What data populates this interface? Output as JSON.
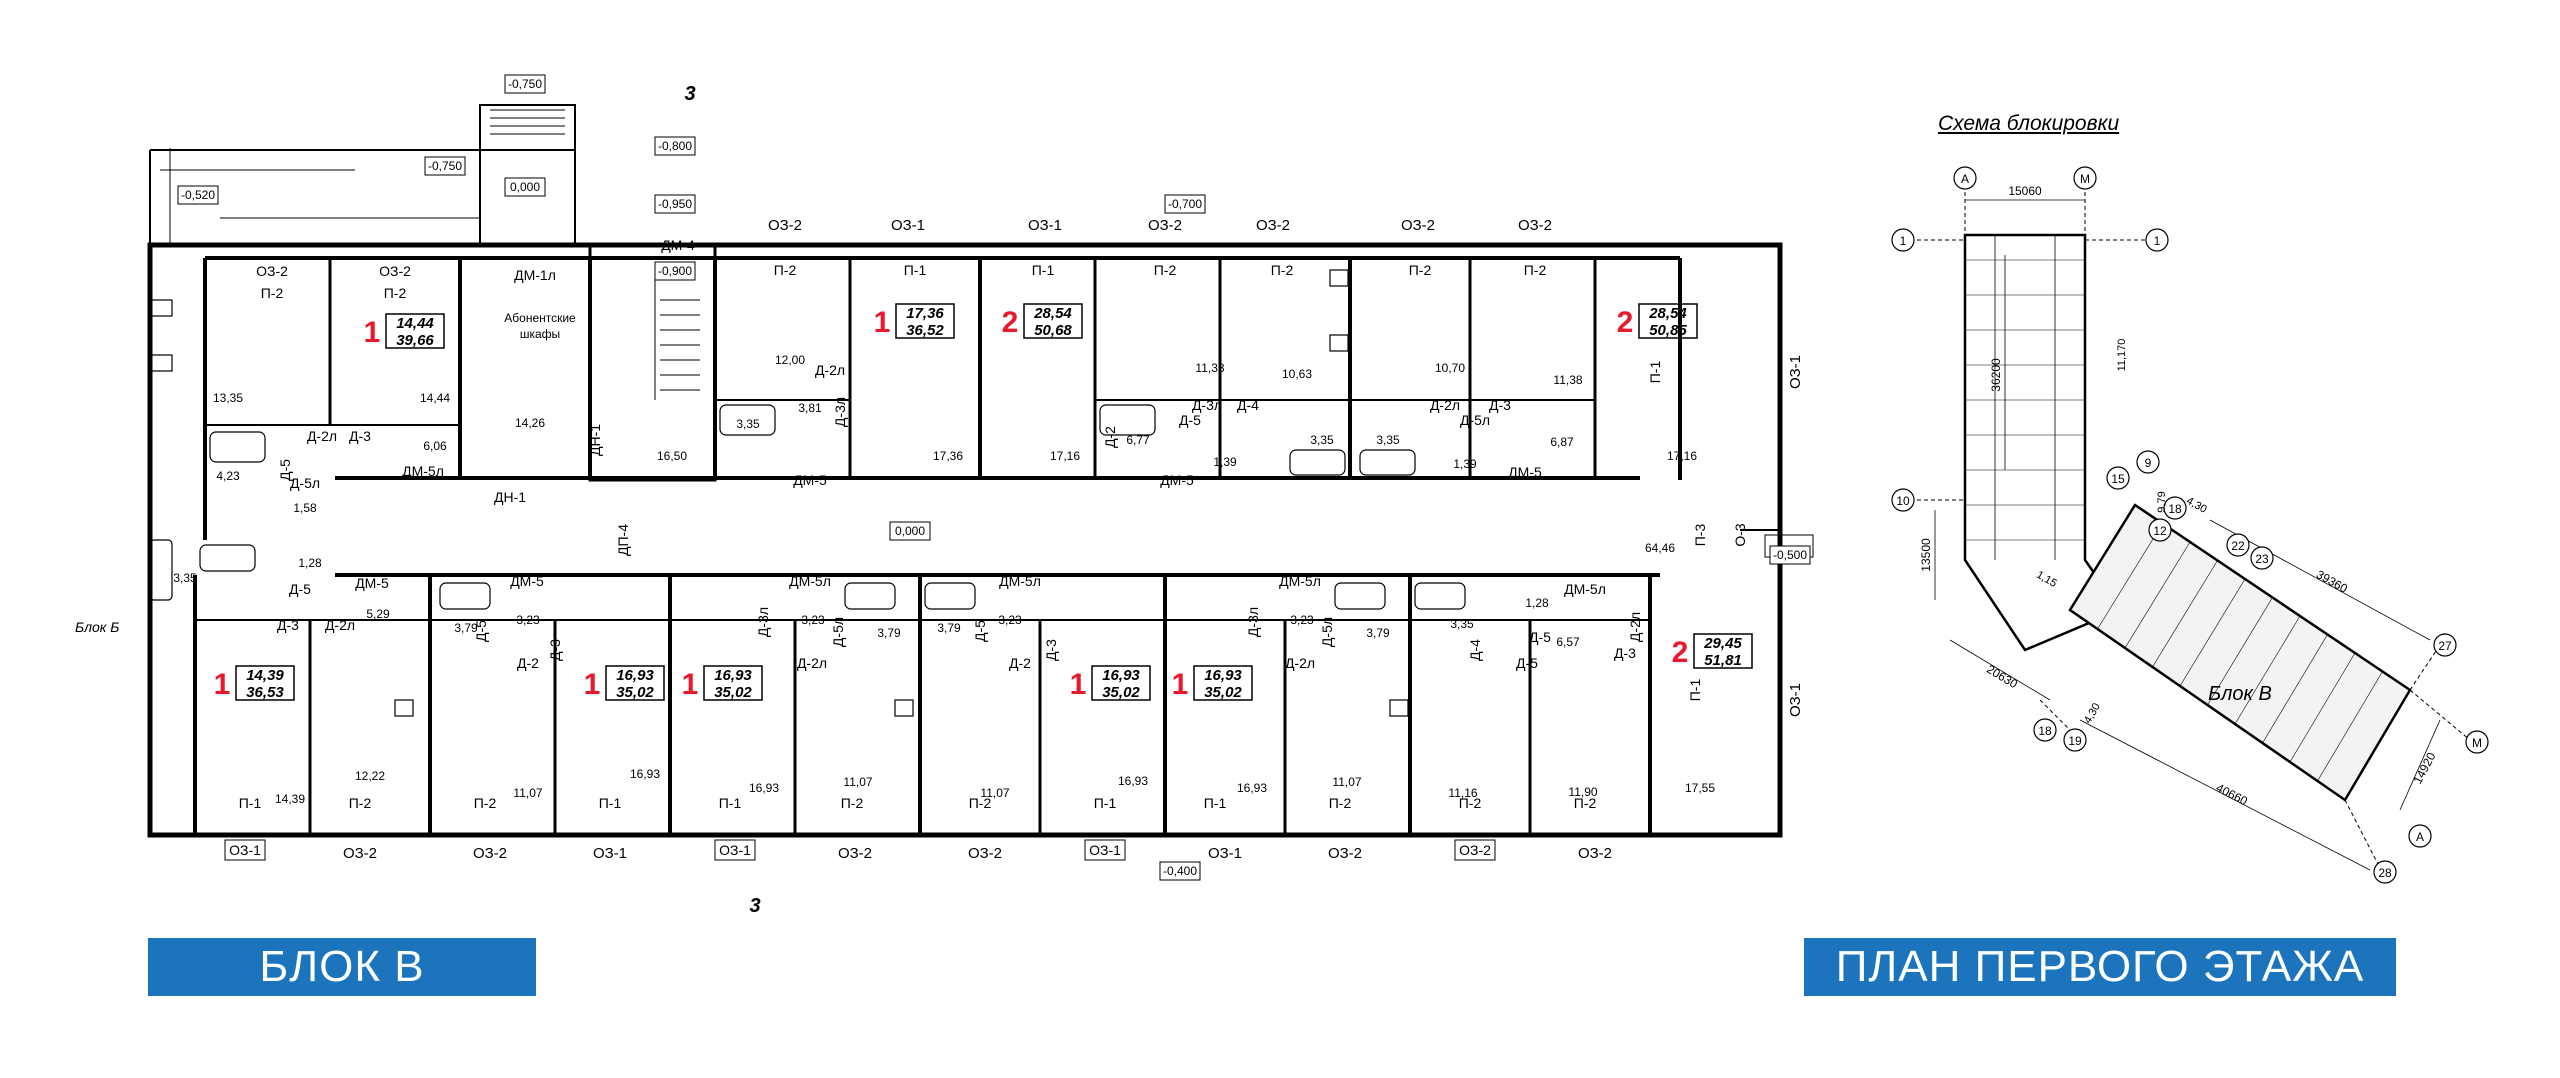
{
  "colors": {
    "banner": "#1c75bc",
    "accent_red": "#e8192c",
    "line": "#000000"
  },
  "banners": {
    "left": "БЛОК В",
    "right": "ПЛАН ПЕРВОГО ЭТАЖА"
  },
  "schema": {
    "title": "Схема блокировки",
    "block_label": "Блок В",
    "axes": [
      "А",
      "М",
      "1",
      "1",
      "10",
      "9",
      "15",
      "18",
      "12",
      "22",
      "23",
      "27",
      "28",
      "М",
      "А",
      "18",
      "19"
    ],
    "dims": [
      "15060",
      "36200",
      "13500",
      "20630",
      "40660",
      "14920",
      "39360",
      "4,30",
      "4,30",
      "9,79",
      "11,170",
      "1,15"
    ]
  },
  "plan": {
    "section_marks": [
      "3",
      "3"
    ],
    "side_label": "Блок Б",
    "levels": [
      "-0,750",
      "-0,750",
      "-0,520",
      "-0,800",
      "-0,950",
      "-0,900",
      "-0,700",
      "0,000",
      "0,000",
      "-0,500",
      "-0,400"
    ],
    "top_windows": [
      "ОЗ-2",
      "ОЗ-1",
      "ОЗ-1",
      "ОЗ-2",
      "ОЗ-2",
      "ОЗ-2",
      "ОЗ-2"
    ],
    "right_windows": [
      "ОЗ-1",
      "ОЗ-1"
    ],
    "bottom_windows": [
      "ОЗ-1",
      "ОЗ-2",
      "ОЗ-2",
      "ОЗ-1",
      "ОЗ-1",
      "ОЗ-2",
      "ОЗ-2",
      "ОЗ-1",
      "ОЗ-1",
      "ОЗ-2",
      "ОЗ-2",
      "ОЗ-2"
    ],
    "stair_doors": [
      "ДМ-1л",
      "ДМ-4",
      "ДН-1",
      "ДН-1",
      "ДП-4"
    ],
    "cabinet_label": "Абонентские шкафы",
    "corridor_area": "64,46",
    "corridor_labels": [
      "П-3",
      "О-3"
    ],
    "top_apartments": [
      {
        "rooms": "1",
        "living": "14,44",
        "total": "39,66",
        "areas": [
          "13,35",
          "14,44",
          "6,06",
          "4,23",
          "1,58"
        ],
        "labels": [
          "ОЗ-2",
          "П-2",
          "ОЗ-2",
          "П-2",
          "Д-2л",
          "Д-3",
          "Д-5л",
          "Д-5",
          "ДМ-5л"
        ]
      },
      {
        "rooms": "1",
        "living": "17,36",
        "total": "36,52",
        "areas": [
          "12,00",
          "3,81",
          "3,35",
          "17,36"
        ],
        "labels": [
          "П-2",
          "П-1",
          "Д-2л",
          "Д-3л",
          "ДМ-5"
        ]
      },
      {
        "rooms": "2",
        "living": "28,54",
        "total": "50,68",
        "areas": [
          "11,38",
          "10,63",
          "6,77",
          "17,16",
          "1,39",
          "3,35"
        ],
        "labels": [
          "П-1",
          "П-2",
          "П-2",
          "Д-2",
          "Д-3л",
          "Д-4",
          "Д-5",
          "ДМ-5"
        ]
      },
      {
        "rooms": "2",
        "living": "28,54",
        "total": "50,85",
        "areas": [
          "10,70",
          "11,38",
          "3,35",
          "6,87",
          "1,39",
          "17,16"
        ],
        "labels": [
          "П-2",
          "П-2",
          "П-1",
          "Д-2л",
          "Д-3",
          "Д-5л",
          "ДМ-5"
        ]
      }
    ],
    "stair_areas": [
      "14,26",
      "16,50"
    ],
    "bottom_apartments": [
      {
        "rooms": "1",
        "living": "14,39",
        "total": "36,53",
        "areas": [
          "1,28",
          "3,35",
          "5,29",
          "14,39",
          "12,22"
        ],
        "labels": [
          "Д-5",
          "Д-3",
          "Д-2л",
          "ДМ-5",
          "П-1",
          "П-2"
        ]
      },
      {
        "rooms": "1",
        "living": "16,93",
        "total": "35,02",
        "areas": [
          "3,79",
          "3,23",
          "11,07",
          "16,93"
        ],
        "labels": [
          "ДМ-5",
          "Д-5",
          "Д-2",
          "Д-3",
          "П-2",
          "П-1"
        ]
      },
      {
        "rooms": "1",
        "living": "16,93",
        "total": "35,02",
        "areas": [
          "3,23",
          "3,79",
          "16,93",
          "11,07"
        ],
        "labels": [
          "ДМ-5л",
          "Д-3л",
          "Д-2л",
          "Д-5л",
          "П-1",
          "П-2"
        ]
      },
      {
        "rooms": "1",
        "living": "16,93",
        "total": "35,02",
        "areas": [
          "3,79",
          "3,23",
          "11,07",
          "16,93"
        ],
        "labels": [
          "ДМ-5л",
          "Д-5",
          "Д-2",
          "Д-3",
          "П-2",
          "П-1"
        ]
      },
      {
        "rooms": "1",
        "living": "16,93",
        "total": "35,02",
        "areas": [
          "3,23",
          "3,79",
          "16,93",
          "11,07"
        ],
        "labels": [
          "ДМ-5л",
          "Д-3л",
          "Д-2л",
          "Д-5л",
          "П-1",
          "П-2"
        ]
      },
      {
        "rooms": "2",
        "living": "29,45",
        "total": "51,81",
        "areas": [
          "3,35",
          "1,28",
          "6,57",
          "11,16",
          "11,90",
          "17,55"
        ],
        "labels": [
          "ДМ-5л",
          "Д-5",
          "Д-4",
          "Д-5",
          "Д-3",
          "Д-2л",
          "П-2",
          "П-2",
          "П-1"
        ]
      }
    ]
  }
}
